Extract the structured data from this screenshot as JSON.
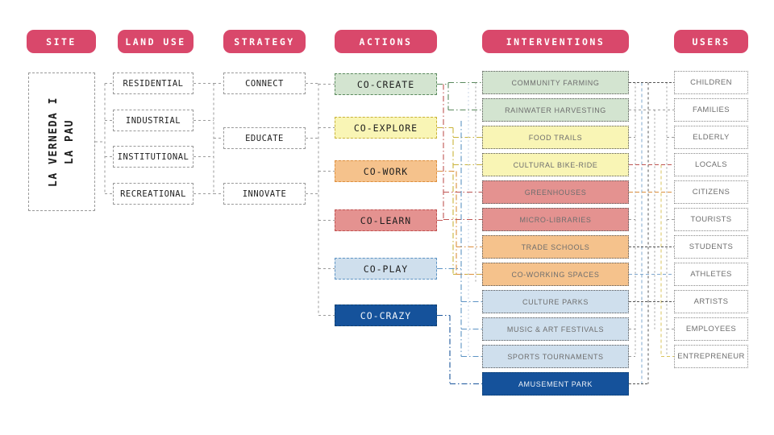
{
  "palette": {
    "header_bg": "#d9486b",
    "header_text": "#ffffff",
    "green_bg": "#d3e4d0",
    "green_border": "#5b8a5e",
    "yellow_bg": "#f9f5b5",
    "yellow_border": "#c9b33a",
    "orange_bg": "#f5c28c",
    "orange_border": "#dd8f3d",
    "red_bg": "#e49290",
    "red_border": "#bf5150",
    "lightblue_bg": "#cfdfed",
    "lightblue_border": "#5d93c4",
    "darkblue_bg": "#15529b",
    "darkblue_border": "#10406f",
    "neutral_border": "#999999",
    "dark_text": "#1f1f1f",
    "grey_text": "#6e6e6e"
  },
  "site": {
    "header": "SITE",
    "name": "LA VERNEDA I LA PAU"
  },
  "land_use": {
    "header": "LAND USE",
    "items": [
      "RESIDENTIAL",
      "INDUSTRIAL",
      "INSTITUTIONAL",
      "RECREATIONAL"
    ]
  },
  "strategy": {
    "header": "STRATEGY",
    "items": [
      "CONNECT",
      "EDUCATE",
      "INNOVATE"
    ]
  },
  "actions": {
    "header": "ACTIONS",
    "items": [
      {
        "label": "CO-CREATE",
        "theme": "green"
      },
      {
        "label": "CO-EXPLORE",
        "theme": "yellow"
      },
      {
        "label": "CO-WORK",
        "theme": "orange"
      },
      {
        "label": "CO-LEARN",
        "theme": "red"
      },
      {
        "label": "CO-PLAY",
        "theme": "lightblue"
      },
      {
        "label": "CO-CRAZY",
        "theme": "darkblue"
      }
    ]
  },
  "interventions": {
    "header": "INTERVENTIONS",
    "items": [
      {
        "label": "COMMUNITY FARMING",
        "theme": "green"
      },
      {
        "label": "RAINWATER HARVESTING",
        "theme": "green"
      },
      {
        "label": "FOOD TRAILS",
        "theme": "yellow"
      },
      {
        "label": "CULTURAL BIKE-RIDE",
        "theme": "yellow"
      },
      {
        "label": "GREENHOUSES",
        "theme": "red"
      },
      {
        "label": "MICRO-LIBRARIES",
        "theme": "red"
      },
      {
        "label": "TRADE SCHOOLS",
        "theme": "orange"
      },
      {
        "label": "CO-WORKING SPACES",
        "theme": "orange"
      },
      {
        "label": "CULTURE PARKS",
        "theme": "lightblue"
      },
      {
        "label": "MUSIC & ART FESTIVALS",
        "theme": "lightblue"
      },
      {
        "label": "SPORTS TOURNAMENTS",
        "theme": "lightblue"
      },
      {
        "label": "AMUSEMENT PARK",
        "theme": "darkblue"
      }
    ]
  },
  "users": {
    "header": "USERS",
    "items": [
      "CHILDREN",
      "FAMILIES",
      "ELDERLY",
      "LOCALS",
      "CITIZENS",
      "TOURISTS",
      "STUDENTS",
      "ATHLETES",
      "ARTISTS",
      "EMPLOYEES",
      "ENTREPRENEUR"
    ]
  }
}
